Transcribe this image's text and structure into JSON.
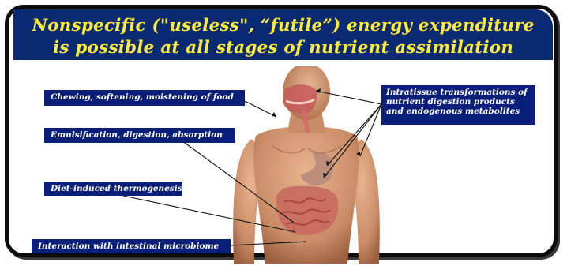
{
  "title": {
    "line1": "Nonspecific (\"useless\", “futile”) energy expenditure",
    "line2": "is possible at all stages of nutrient assimilation"
  },
  "labels": {
    "chewing": "Chewing, softening, moistening of food",
    "emulsification": "Emulsification, digestion, absorption",
    "diet": "Diet-induced thermogenesis",
    "microbiome": "Interaction with intestinal microbiome",
    "intratissue": "Intratissue transformations of nutrient digestion products and endogenous metabolites"
  },
  "colors": {
    "title_bg": "#0a2a73",
    "title_text": "#ffea3a",
    "label_bg": "#0a1f7a",
    "label_text": "#ffffff"
  }
}
